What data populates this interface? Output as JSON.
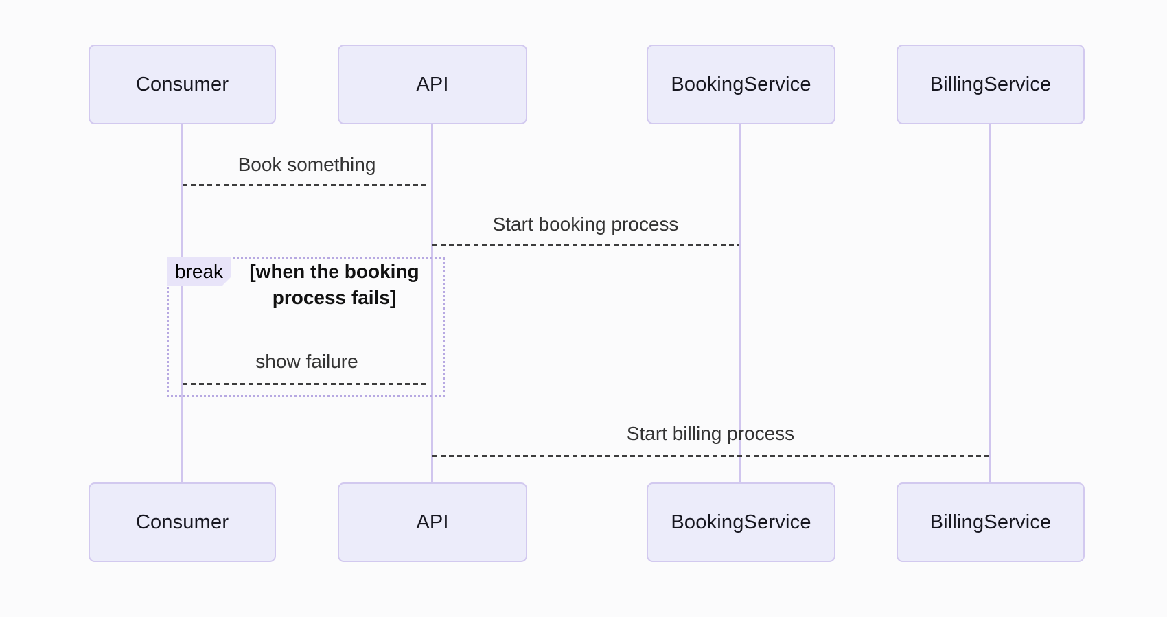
{
  "diagram": {
    "type": "sequence-diagram",
    "participants": [
      {
        "name": "Consumer"
      },
      {
        "name": "API"
      },
      {
        "name": "BookingService"
      },
      {
        "name": "BillingService"
      }
    ],
    "messages": [
      {
        "from": "Consumer",
        "to": "API",
        "label": "Book something",
        "line_style": "dashed",
        "arrowhead": "none"
      },
      {
        "from": "API",
        "to": "BookingService",
        "label": "Start booking process",
        "line_style": "dashed",
        "arrowhead": "none"
      },
      {
        "from": "API",
        "to": "Consumer",
        "label": "show failure",
        "line_style": "dashed",
        "arrowhead": "none",
        "inside_break": true
      },
      {
        "from": "API",
        "to": "BillingService",
        "label": "Start billing process",
        "line_style": "dashed",
        "arrowhead": "none"
      }
    ],
    "break_block": {
      "keyword": "break",
      "condition": "[when the booking process fails]",
      "condition_line1": "[when the booking",
      "condition_line2": "process fails]"
    }
  },
  "colors": {
    "background": "#fbfbfc",
    "actor_fill": "#ececfa",
    "actor_border": "#d2c9ef",
    "lifeline": "#d0c5ee",
    "message_line": "#3d3d3d",
    "message_text": "#333333",
    "break_border": "#b7a9e2",
    "break_label_fill": "#e8e4f9"
  }
}
